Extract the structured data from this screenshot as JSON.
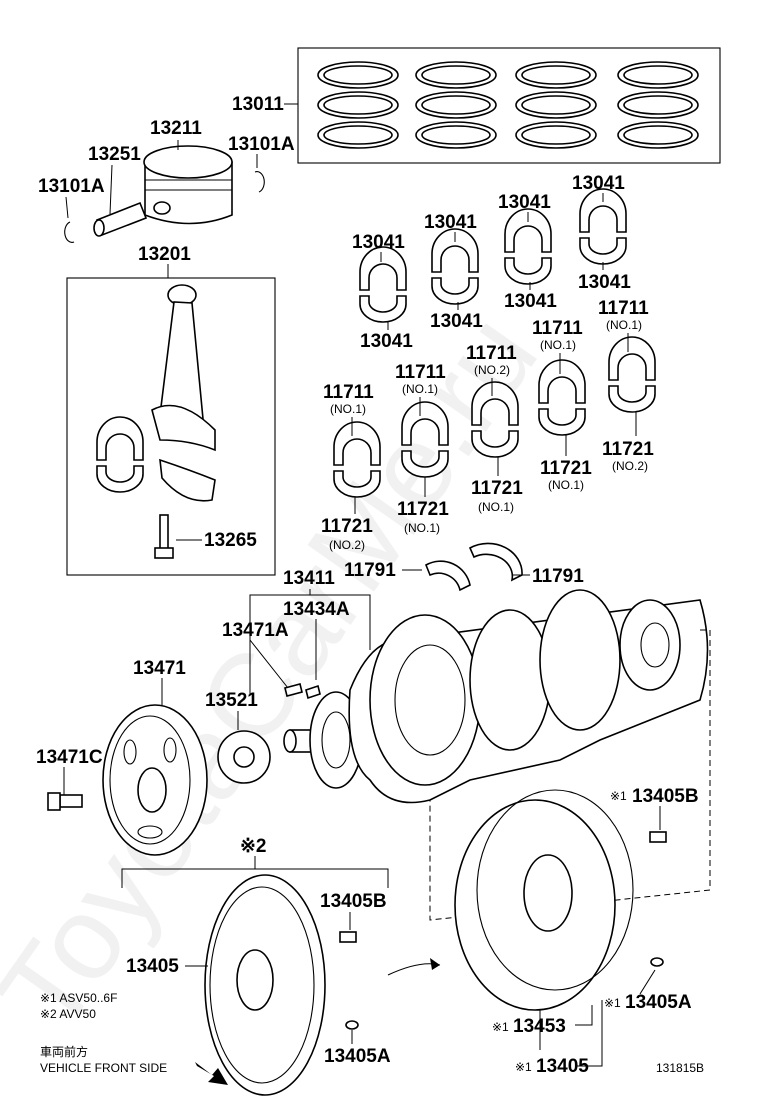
{
  "watermark": "ToyotaCarMe.ru",
  "figure_id": "131815B",
  "parts": {
    "rings": "13011",
    "piston": "13211",
    "pin": "13251",
    "snap_ring_left": "13101A",
    "snap_ring_right": "13101A",
    "conrod_set": "13201",
    "conrod_bolt": "13265",
    "conrod_bearing_a_top": "13041",
    "conrod_bearing_a_bottom": "13041",
    "conrod_bearing_b_top": "13041",
    "conrod_bearing_b_bottom": "13041",
    "conrod_bearing_c_top": "13041",
    "conrod_bearing_c_bottom": "13041",
    "conrod_bearing_d_top": "13041",
    "conrod_bearing_d_bottom": "13041",
    "main_bearing_1_top": "11711",
    "main_bearing_1_top_sub": "(NO.1)",
    "main_bearing_1_bottom": "11721",
    "main_bearing_1_bottom_sub": "(NO.2)",
    "main_bearing_2_top": "11711",
    "main_bearing_2_top_sub": "(NO.1)",
    "main_bearing_2_bottom": "11721",
    "main_bearing_2_bottom_sub": "(NO.1)",
    "main_bearing_3_top": "11711",
    "main_bearing_3_top_sub": "(NO.2)",
    "main_bearing_3_bottom": "11721",
    "main_bearing_3_bottom_sub": "(NO.1)",
    "main_bearing_4_top": "11711",
    "main_bearing_4_top_sub": "(NO.1)",
    "main_bearing_4_bottom": "11721",
    "main_bearing_4_bottom_sub": "(NO.1)",
    "main_bearing_5_top": "11711",
    "main_bearing_5_top_sub": "(NO.1)",
    "main_bearing_5_bottom": "11721",
    "main_bearing_5_bottom_sub": "(NO.2)",
    "thrust_washer_left": "11791",
    "thrust_washer_right": "11791",
    "crankshaft": "13411",
    "crank_key": "13434A",
    "pulley_key": "13471A",
    "pulley": "13471",
    "pulley_bolt": "13471C",
    "crank_sprocket": "13521",
    "flywheel_mt": "13405",
    "flywheel_mt_bolt": "13405B",
    "flywheel_mt_pin": "13405A",
    "flywheel_mt_mark": "※2",
    "flywheel_at": "13405",
    "flywheel_at_mark": "※1",
    "flywheel_at_bolt": "13405B",
    "flywheel_at_bolt_mark": "※1",
    "flywheel_at_pin": "13405A",
    "flywheel_at_pin_mark": "※1",
    "ring_gear": "13453",
    "ring_gear_mark": "※1"
  },
  "notes": {
    "note1": "※1 ASV50..6F",
    "note2": "※2 AVV50",
    "front_jp": "車両前方",
    "front_en": "VEHICLE FRONT SIDE"
  },
  "colors": {
    "line": "#000000",
    "watermark": "#d8d8d8"
  }
}
